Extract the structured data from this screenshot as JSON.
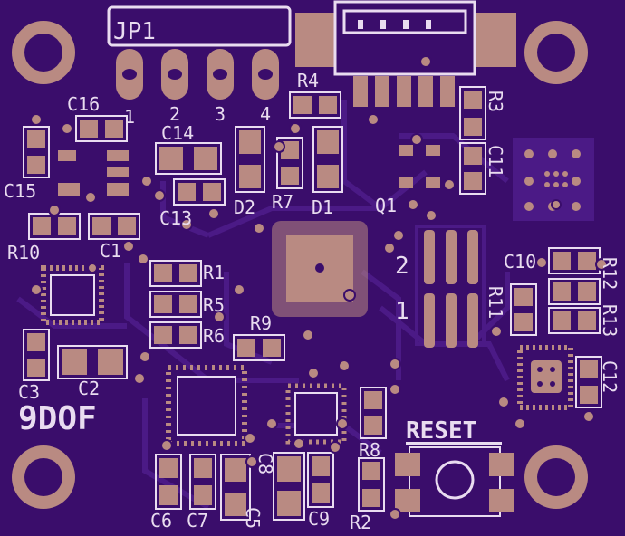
{
  "board": {
    "background": "#3a0d6b",
    "copper_pad_color": "#b98a82",
    "copper_trace_color": "#4b1a86",
    "silkscreen_color": "#e9dcf0"
  },
  "header": {
    "label": "JP1",
    "pins": [
      "1",
      "2",
      "3",
      "4"
    ]
  },
  "labels": {
    "board_name": "9DOF",
    "reset": "RESET",
    "C16": "C16",
    "C14": "C14",
    "C15": "C15",
    "C13": "C13",
    "C1": "C1",
    "R10": "R10",
    "R4": "R4",
    "R3": "R3",
    "C11": "C11",
    "D2": "D2",
    "R7": "R7",
    "D1": "D1",
    "Q1": "Q1",
    "R1": "R1",
    "R5": "R5",
    "R6": "R6",
    "R9": "R9",
    "C10": "C10",
    "R11": "R11",
    "R12": "R12",
    "R13": "R13",
    "C12": "C12",
    "C3": "C3",
    "C2": "C2",
    "C6": "C6",
    "C7": "C7",
    "C5": "C5",
    "C8": "C8",
    "C9": "C9",
    "R8": "R8",
    "R2": "R2",
    "switch_pin2": "2",
    "switch_pin1": "1"
  }
}
